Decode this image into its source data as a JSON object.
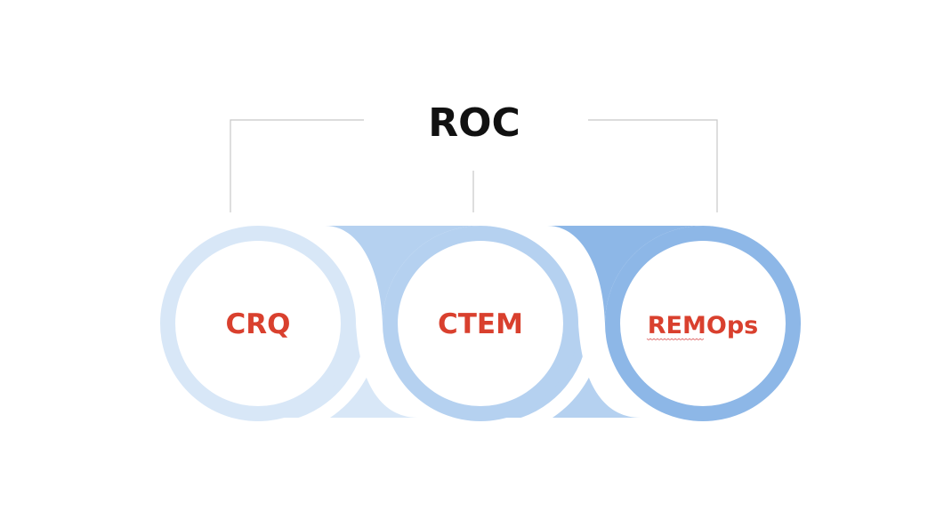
{
  "title": "ROC",
  "colors": {
    "title": "#111111",
    "connector": "#c8c8c8",
    "label": "#d9402e",
    "stage1": "#d8e7f7",
    "stage2": "#b5d1f0",
    "stage3": "#8db7e7",
    "inner": "#ffffff"
  },
  "stages": [
    {
      "label": "CRQ"
    },
    {
      "label": "CTEM"
    },
    {
      "label": "REMOps",
      "spellcheck_underline": true
    }
  ]
}
